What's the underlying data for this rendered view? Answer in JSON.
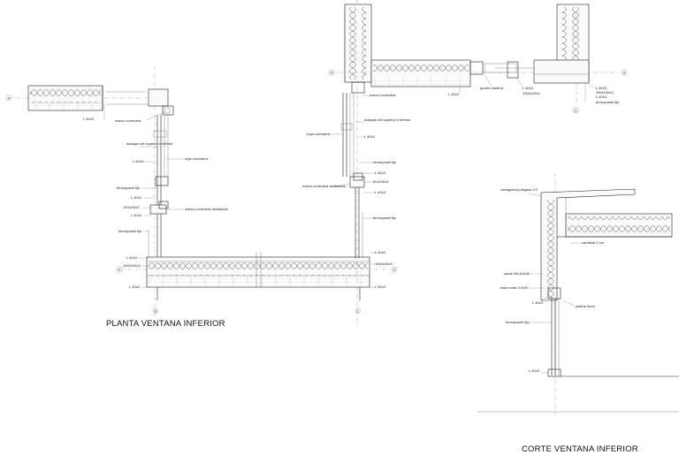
{
  "titles": {
    "plan": "PLANTA VENTANA INFERIOR",
    "section": "CORTE VENTANA INFERIOR"
  },
  "axes": {
    "a_left": "A",
    "b": "B",
    "c": "C",
    "d": "D",
    "a_mid": "A",
    "a_right": "A",
    "a_top": "A"
  },
  "plan_labels": {
    "l40_left_wall": "L 40x3",
    "marco_corredera_1": "marco corredera",
    "disolape_1": "doslape vel superior e inferior",
    "l40_a": "L 40x3",
    "hoja_corredera_1": "hoja corredera",
    "termopanel_1": "termopanel fijo",
    "l40_b": "L 40x3",
    "tubo_1": "50x100x3",
    "l40_c": "L 40x3",
    "marco_desfasado_1": "marco corredera desfasado",
    "termopanel_2": "termopanel fijo",
    "l40_d": "L 40x3",
    "tubo_2": "100x100x3",
    "l40_e": "L 40x3",
    "l40_f": "L 40x3",
    "tubo_3": "100x100x3",
    "l40_g": "L 40x3",
    "marco_corredera_2": "marco corredera",
    "disolape_2": "doslape vel superior e inferior",
    "hoja_corredera_2": "hoja corredera",
    "l40_h": "L 40x3",
    "termopanel_3": "termopanel fijo",
    "l40_i": "L 40x3",
    "marco_desfasado_2": "marco corredera desfasado",
    "tubo_4": "50x100x3",
    "l40_j": "L 40x3",
    "termopanel_4": "termopanel fijo",
    "l40_top": "L 40x3",
    "quarto_madera": "quarto madera",
    "l40_k": "L 40x3",
    "tubo_5": "100x100x3",
    "l40_l": "L 40x3",
    "tubo_6": "100x100x3",
    "l40_m": "L 40x3",
    "termopanel_5": "termopanel fijo"
  },
  "section_labels": {
    "cortagotera": "cortagotera plegado C3",
    "canaleta": "canaleta 3 cm",
    "canal": "canal 50x100x3",
    "linea_corte": "linea corte h 0,80",
    "l40": "L 40x3",
    "platina": "platina 3mm",
    "termopanel": "termopanel fijo",
    "l40_low": "L 40x3"
  }
}
